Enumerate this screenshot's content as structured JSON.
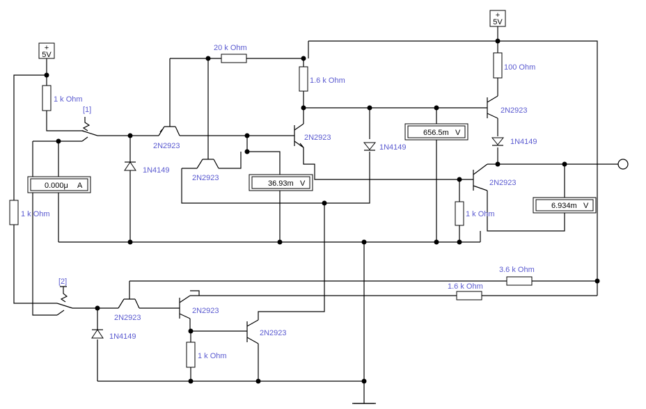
{
  "power_supplies": [
    {
      "plus": "+",
      "label": "5V"
    },
    {
      "plus": "+",
      "label": "5V"
    }
  ],
  "resistors": {
    "r_in_top": "1 k Ohm",
    "r_20k": "20 k Ohm",
    "r_1k6_top": "1.6 k Ohm",
    "r_100": "100  Ohm",
    "r_left": "1 k Ohm",
    "r_out_1k": "1 k Ohm",
    "r_3k6": "3.6 k Ohm",
    "r_1k6_bot": "1.6 k Ohm",
    "r_1k_bot": "1 k Ohm"
  },
  "switches": {
    "s1": "[1]",
    "s2": "[2]"
  },
  "transistors": {
    "q1": "2N2923",
    "q2": "2N2923",
    "q3": "2N2923",
    "q4": "2N2923",
    "q5": "2N2923",
    "q6": "2N2923",
    "q7": "2N2923",
    "q8": "2N2923"
  },
  "diodes": {
    "d_left": "1N4149",
    "d_mid": "1N4149",
    "d_top_right": "1N4149",
    "d_bot": "1N4149"
  },
  "meters": {
    "ammeter": {
      "value": "0.000μ",
      "unit": "A"
    },
    "v1": {
      "value": "36.93m",
      "unit": "V"
    },
    "v2": {
      "value": "656.5m",
      "unit": "V"
    },
    "v3": {
      "value": "6.934m",
      "unit": "V"
    }
  }
}
